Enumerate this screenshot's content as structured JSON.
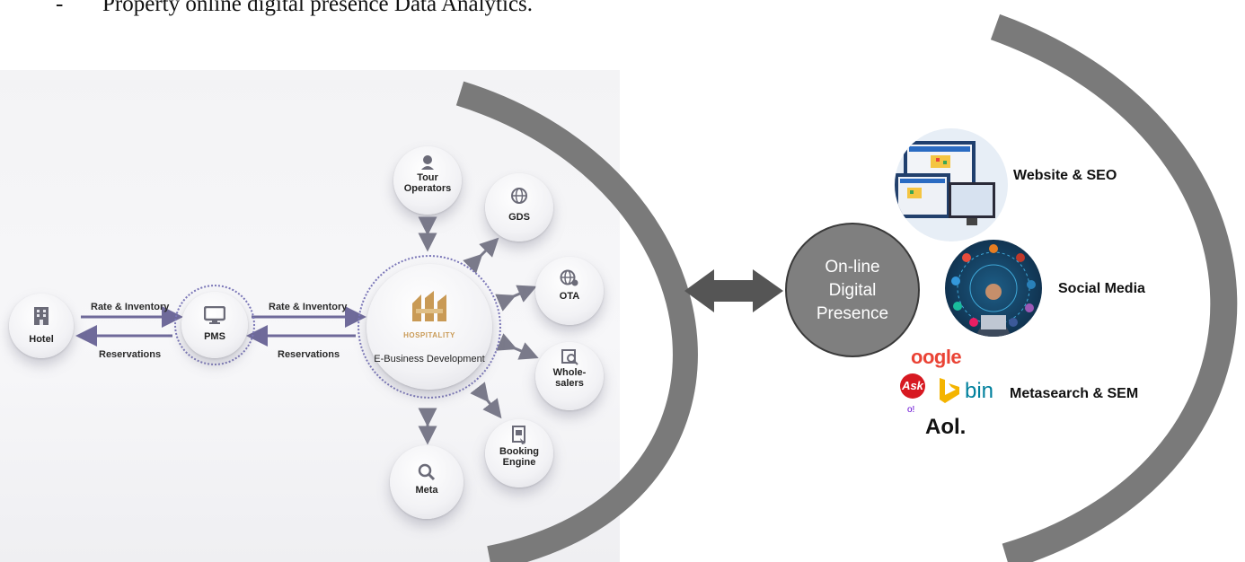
{
  "header": {
    "bullet_dash": "-",
    "bullet_text": "Property online digital presence Data Analytics."
  },
  "diagram": {
    "hotel": "Hotel",
    "pms": "PMS",
    "rate_inventory_1": "Rate & Inventory",
    "reservations_1": "Reservations",
    "rate_inventory_2": "Rate & Inventory",
    "reservations_2": "Reservations",
    "center_brand": "HOSPITALITY",
    "center_label": "E-Business Development",
    "tour_operators_1": "Tour",
    "tour_operators_2": "Operators",
    "gds": "GDS",
    "ota": "OTA",
    "wholesalers_1": "Whole-",
    "wholesalers_2": "salers",
    "booking_engine_1": "Booking",
    "booking_engine_2": "Engine",
    "meta": "Meta"
  },
  "hub": {
    "line1": "On-line",
    "line2": "Digital",
    "line3": "Presence"
  },
  "channels": {
    "website": "Website & SEO",
    "social": "Social Media",
    "metasearch": "Metasearch & SEM"
  },
  "logos": {
    "google": "oogle",
    "ask": "Ask",
    "bing": "bin",
    "yahoo": "o!",
    "aol": "Aol."
  },
  "colors": {
    "arc": "#7a7a7a",
    "arrow": "#555555",
    "hub": "#7f7f7f",
    "flow_arrow": "#6f6a9a",
    "brand": "#c99a55"
  }
}
